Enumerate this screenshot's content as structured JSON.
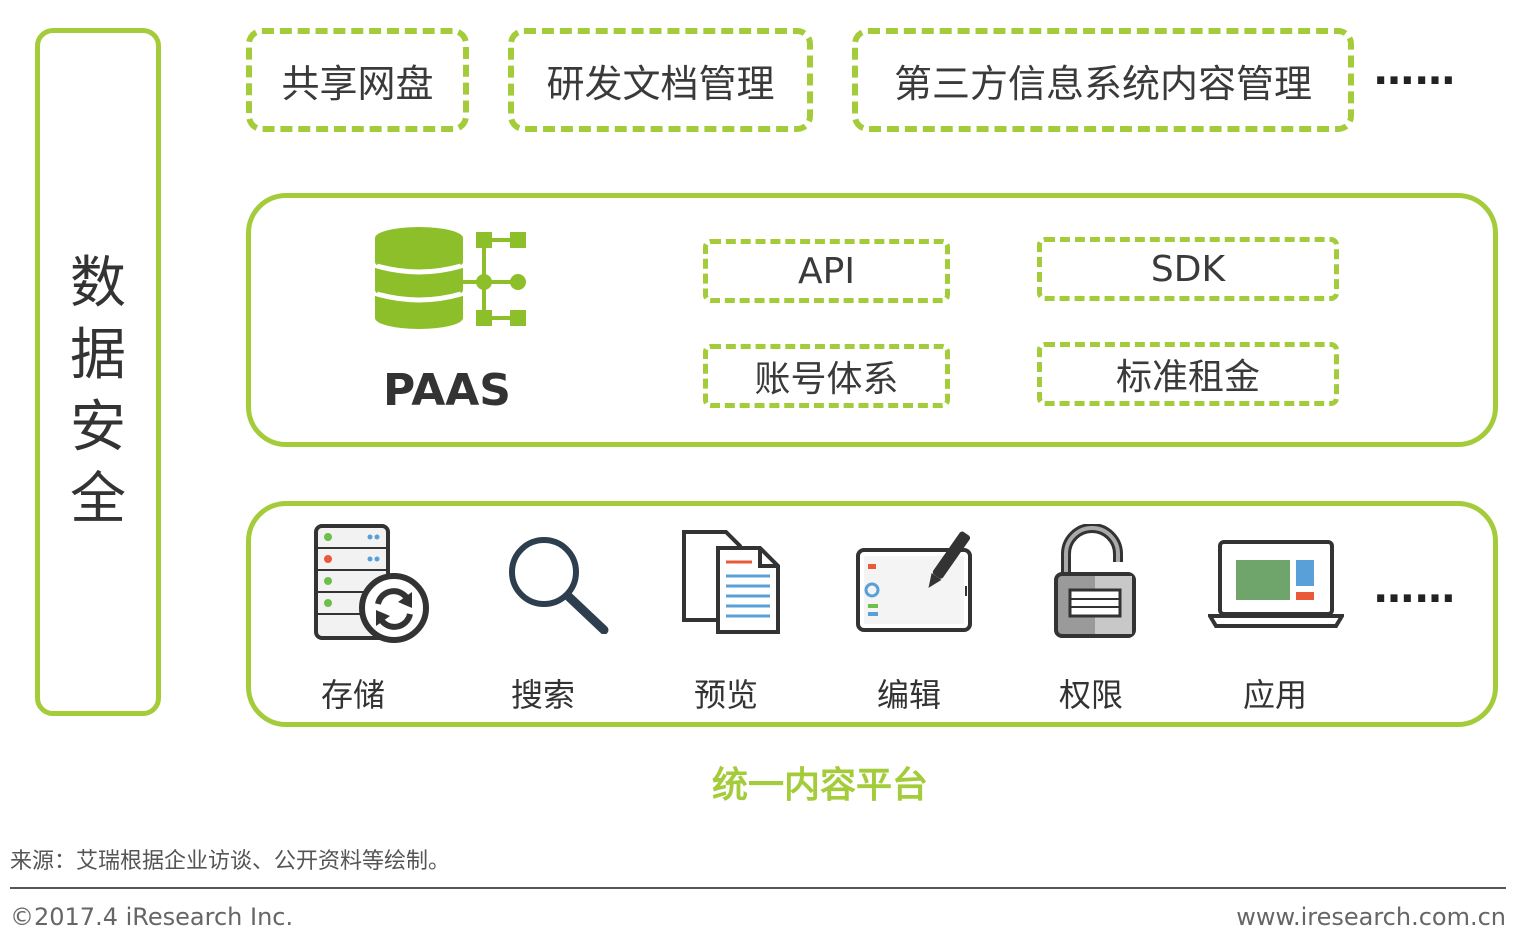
{
  "security": {
    "label": [
      "数",
      "据",
      "安",
      "全"
    ]
  },
  "top_apps": {
    "items": [
      "共享网盘",
      "研发文档管理",
      "第三方信息系统内容管理"
    ],
    "more": "……"
  },
  "paas": {
    "label": "PAAS",
    "items": [
      "API",
      "SDK",
      "账号体系",
      "标准租金"
    ]
  },
  "functions": {
    "items": [
      {
        "label": "存储",
        "icon": "storage-sync-icon"
      },
      {
        "label": "搜索",
        "icon": "search-icon"
      },
      {
        "label": "预览",
        "icon": "document-preview-icon"
      },
      {
        "label": "编辑",
        "icon": "tablet-pen-edit-icon"
      },
      {
        "label": "权限",
        "icon": "padlock-icon"
      },
      {
        "label": "应用",
        "icon": "laptop-app-icon"
      }
    ],
    "more": "……"
  },
  "caption": "统一内容平台",
  "footer": {
    "source": "来源：艾瑞根据企业访谈、公开资料等绘制。",
    "copyright": "©2017.4 iResearch Inc.",
    "website": "www.iresearch.com.cn"
  },
  "colors": {
    "accent": "#a4cc3a",
    "dark": "#333333"
  }
}
